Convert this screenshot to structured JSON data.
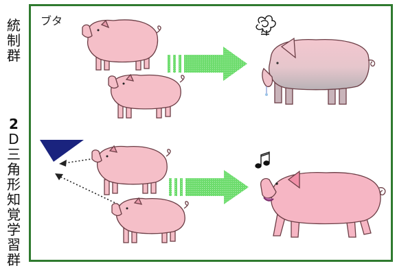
{
  "side_labels": {
    "control_group": [
      "統",
      "制",
      "群"
    ],
    "learning_group": [
      "2",
      "D",
      "三",
      "角",
      "形",
      "知",
      "覚",
      "学",
      "習",
      "群"
    ]
  },
  "panel": {
    "animal_label": "ブタ"
  },
  "colors": {
    "frame": "#2f7a2f",
    "pig_body": "#f5bfc8",
    "pig_outline": "#6b3d45",
    "arrow": "#6ddc6d",
    "triangle": "#1a237e"
  },
  "icons": {
    "sad_pig_thought": "scribble-icon",
    "happy_pig_note": "music-note-icon"
  }
}
